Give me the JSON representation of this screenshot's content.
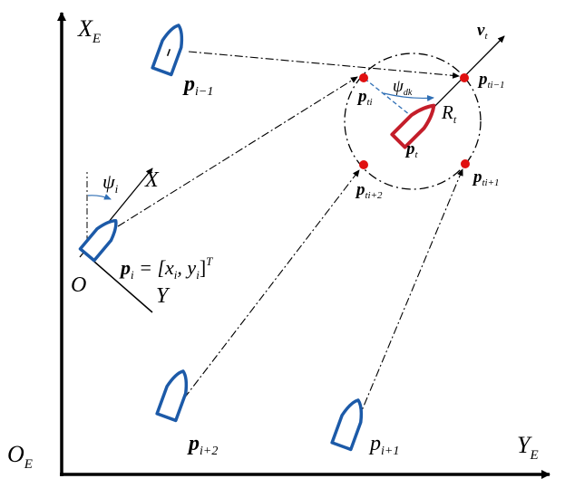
{
  "axes": {
    "vertical_label": "X",
    "vertical_sub": "E",
    "horizontal_label": "Y",
    "horizontal_sub": "E",
    "origin_label": "O",
    "origin_sub": "E"
  },
  "body_frame": {
    "origin": "O",
    "x_axis": "X",
    "y_axis": "Y",
    "heading_symbol": "ψ",
    "heading_sub": "i",
    "position_eq": "p",
    "position_eq_sub": "i",
    "position_eq_rhs": " = [x",
    "position_eq_x_sub": "i",
    "position_eq_mid": ", y",
    "position_eq_y_sub": "i",
    "position_eq_end": "]",
    "position_eq_sup": "T"
  },
  "target": {
    "label": "p",
    "label_sub": "t",
    "radius": "R",
    "radius_sub": "t",
    "velocity": "v",
    "velocity_sub": "t",
    "angle": "ψ",
    "angle_sub": "dk"
  },
  "formation_points": [
    {
      "label": "p",
      "sub": "ti"
    },
    {
      "label": "p",
      "sub": "ti−1"
    },
    {
      "label": "p",
      "sub": "ti+2"
    },
    {
      "label": "p",
      "sub": "ti+1"
    }
  ],
  "vessel_labels": [
    {
      "label": "p",
      "sub": "i−1"
    },
    {
      "label": "p",
      "sub": "i+2"
    },
    {
      "label": "p",
      "sub": "i+1"
    }
  ],
  "colors": {
    "vessel": "#1c5aa8",
    "target_vessel": "#c41e2a",
    "point": "#e01010",
    "angle_line": "#2f6fb5",
    "line": "#000000"
  }
}
